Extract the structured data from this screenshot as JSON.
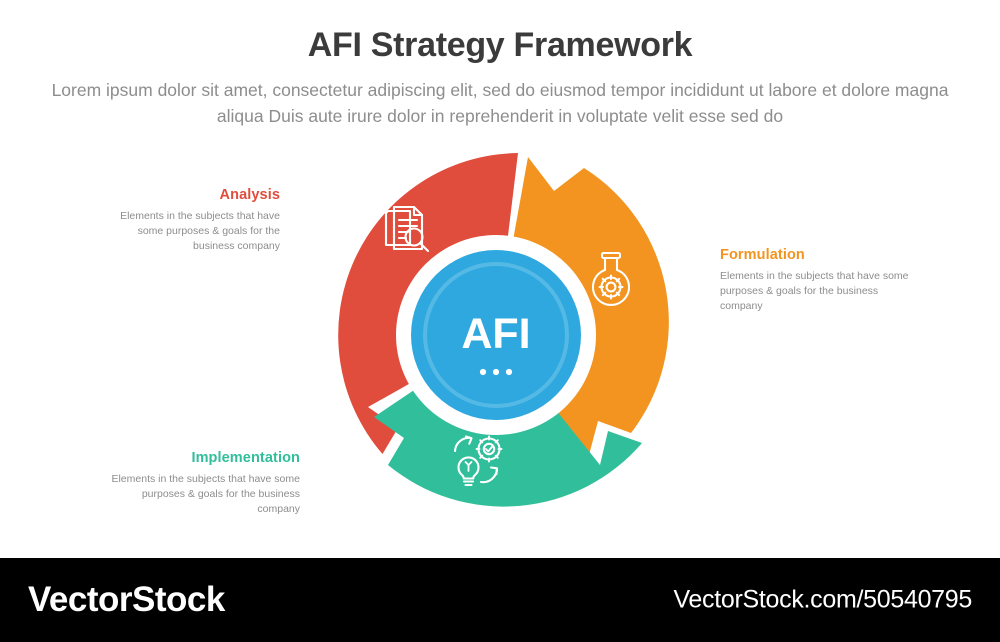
{
  "header": {
    "title": "AFI Strategy Framework",
    "subtitle": "Lorem ipsum dolor sit amet, consectetur adipiscing elit, sed do eiusmod tempor incididunt ut labore et dolore magna aliqua Duis aute irure dolor in reprehenderit in voluptate velit esse sed do"
  },
  "center": {
    "label": "AFI",
    "dots": "• • •",
    "color": "#2ea8de",
    "ring_color": "#49b5e6"
  },
  "segments": [
    {
      "key": "analysis",
      "title": "Analysis",
      "description": "Elements in the subjects that have  some purposes & goals for the  business company",
      "color": "#e04d3c",
      "icon": "document-search-icon"
    },
    {
      "key": "formulation",
      "title": "Formulation",
      "description": "Elements in the subjects that have  some purposes & goals for the  business company",
      "color": "#f2941f",
      "icon": "flask-gear-icon"
    },
    {
      "key": "implementation",
      "title": "Implementation",
      "description": "Elements in the subjects that have  some purposes & goals for the  business company",
      "color": "#31be9b",
      "icon": "lightbulb-gear-cycle-icon"
    }
  ],
  "footer": {
    "brand": "VectorStock",
    "url": "VectorStock.com/50540795"
  }
}
